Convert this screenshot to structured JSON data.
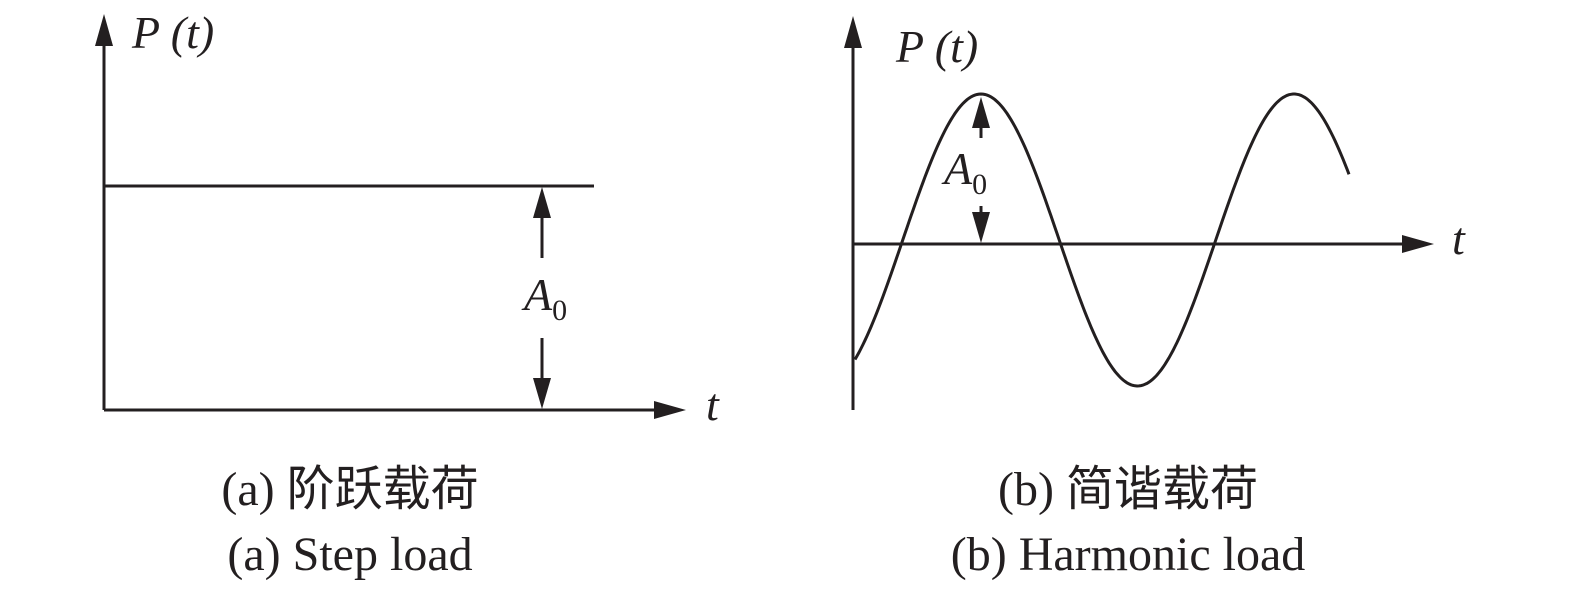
{
  "panel_a": {
    "y_label": "P (t)",
    "x_label": "t",
    "amplitude_label": "A",
    "amplitude_subscript": "0",
    "caption_cn": "(a) 阶跃载荷",
    "caption_en": "(a) Step load"
  },
  "panel_b": {
    "y_label": "P (t)",
    "x_label": "t",
    "amplitude_label": "A",
    "amplitude_subscript": "0",
    "caption_cn": "(b) 简谐载荷",
    "caption_en": "(b) Harmonic load"
  }
}
